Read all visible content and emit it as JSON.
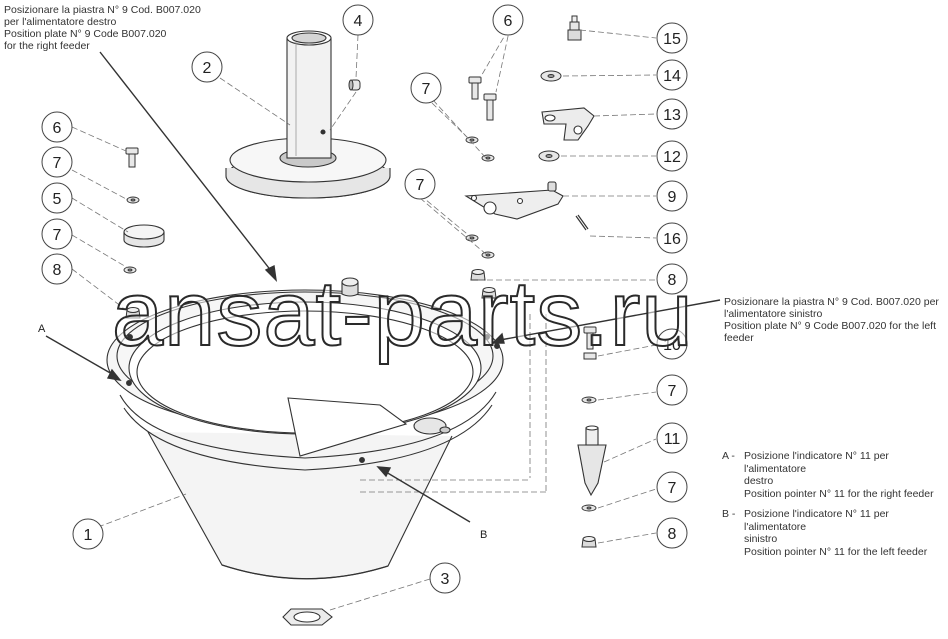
{
  "notes": {
    "right_feeder": {
      "line1": "Posizionare la piastra N° 9 Cod. B007.020",
      "line2": "per l'alimentatore destro",
      "line3": "Position plate N° 9 Code B007.020",
      "line4": "for the right feeder"
    },
    "left_feeder": {
      "line1": "Posizionare la piastra N° 9 Cod. B007.020 per",
      "line2": "l'alimentatore sinistro",
      "line3": "Position plate N° 9 Code B007.020 for the left",
      "line4": "feeder"
    }
  },
  "legend": {
    "a": {
      "key": "A -",
      "line1": "Posizione l'indicatore N° 11 per l'alimentatore",
      "line2": "destro",
      "line3": "Position pointer N° 11 for the right feeder"
    },
    "b": {
      "key": "B -",
      "line1": "Posizione l'indicatore N° 11 per l'alimentatore",
      "line2": "sinistro",
      "line3": "Position pointer N° 11 for the left feeder"
    }
  },
  "point_labels": {
    "a": "A",
    "b": "B"
  },
  "watermark": "ansat-parts.ru",
  "callouts": {
    "c1": "1",
    "c2": "2",
    "c3": "3",
    "c4": "4",
    "c5": "5",
    "c6a": "6",
    "c6b": "6",
    "c7a": "7",
    "c7b": "7",
    "c7c": "7",
    "c7d": "7",
    "c7e": "7",
    "c7f": "7",
    "c8a": "8",
    "c8b": "8",
    "c8c": "8",
    "c9": "9",
    "c10": "10",
    "c11": "11",
    "c12": "12",
    "c13": "13",
    "c14": "14",
    "c15": "15",
    "c16": "16"
  },
  "colors": {
    "line": "#333333",
    "dash": "#777777",
    "fill": "#f4f4f4",
    "shade": "#dcdcdc",
    "dark": "#bdbdbd"
  }
}
